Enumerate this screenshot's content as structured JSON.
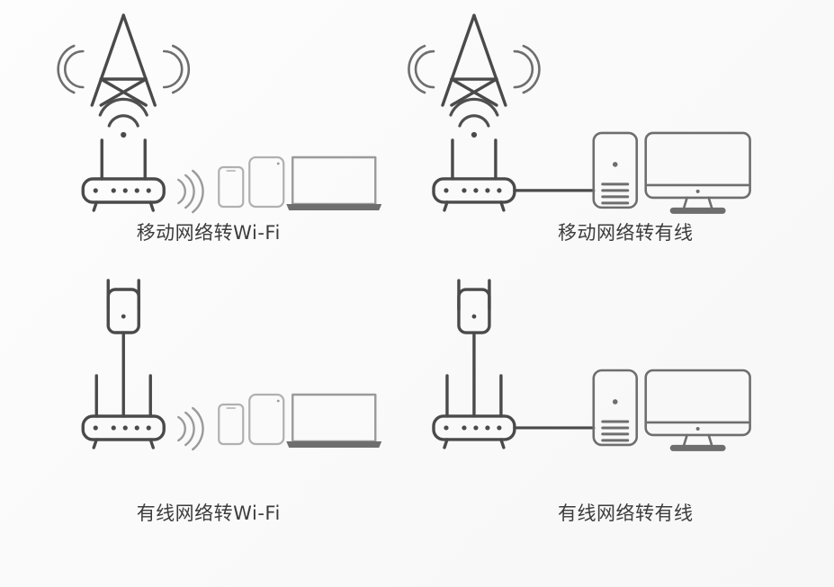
{
  "page": {
    "background_color": "#fafafa",
    "text_color": "#3c3c3c",
    "icon_stroke_dark": "#4a4a4a",
    "icon_stroke_mid": "#6e6e6e",
    "icon_stroke_light": "#9a9a9a",
    "layout": "2x2 grid of network-topology illustrations with captions"
  },
  "cells": [
    {
      "id": "mobile-to-wifi",
      "caption": "移动网络转Wi-Fi",
      "source_icon": "cell-tower-icon",
      "link_icon": "wifi-signal-icon",
      "device_icon": "wifi-router-icon",
      "output_icon": "wifi-waves-icon",
      "clients": [
        "smartphone-icon",
        "tablet-icon",
        "laptop-icon"
      ]
    },
    {
      "id": "mobile-to-wired",
      "caption": "移动网络转有线",
      "source_icon": "cell-tower-icon",
      "link_icon": "wifi-signal-icon",
      "device_icon": "wifi-router-icon",
      "output_icon": "ethernet-cable-icon",
      "clients": [
        "desktop-tower-icon",
        "monitor-icon"
      ]
    },
    {
      "id": "wired-to-wifi",
      "caption": "有线网络转Wi-Fi",
      "source_icon": "wall-plug-extender-icon",
      "link_icon": "ethernet-cable-icon",
      "device_icon": "wifi-router-icon",
      "output_icon": "wifi-waves-icon",
      "clients": [
        "smartphone-icon",
        "tablet-icon",
        "laptop-icon"
      ]
    },
    {
      "id": "wired-to-wired",
      "caption": "有线网络转有线",
      "source_icon": "wall-plug-extender-icon",
      "link_icon": "ethernet-cable-icon",
      "device_icon": "wifi-router-icon",
      "output_icon": "ethernet-cable-icon",
      "clients": [
        "desktop-tower-icon",
        "monitor-icon"
      ]
    }
  ]
}
